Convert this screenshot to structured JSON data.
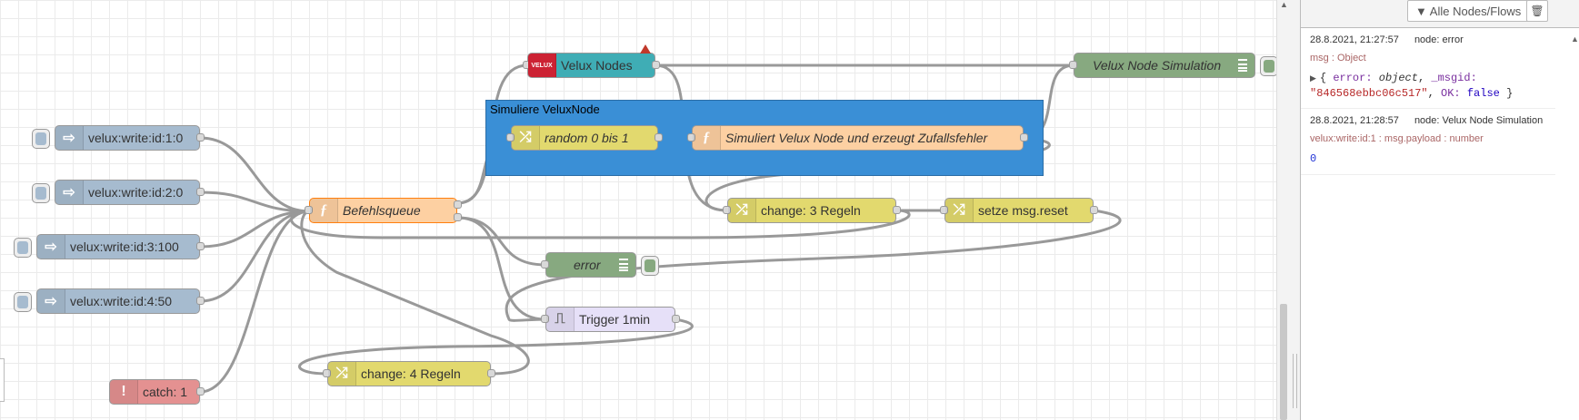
{
  "canvas": {
    "group": {
      "label": "Simuliere VeluxNode"
    },
    "nodes": [
      {
        "id": "inj1",
        "type": "inject",
        "label": "velux:write:id:1:0"
      },
      {
        "id": "inj2",
        "type": "inject",
        "label": "velux:write:id:2:0"
      },
      {
        "id": "inj3",
        "type": "inject",
        "label": "velux:write:id:3:100"
      },
      {
        "id": "inj4",
        "type": "inject",
        "label": "velux:write:id:4:50"
      },
      {
        "id": "catch",
        "type": "catch",
        "label": "catch: 1",
        "icon": "!"
      },
      {
        "id": "befehl",
        "type": "function",
        "label": "Befehlsqueue"
      },
      {
        "id": "veluxnodes",
        "type": "velux",
        "label": "Velux Nodes",
        "badge": "VELUX"
      },
      {
        "id": "random",
        "type": "change",
        "label": "random 0 bis 1"
      },
      {
        "id": "simfunc",
        "type": "function",
        "label": "Simuliert Velux Node und erzeugt Zufallsfehler"
      },
      {
        "id": "veluxsim",
        "type": "debug",
        "label": "Velux Node Simulation"
      },
      {
        "id": "change3",
        "type": "change",
        "label": "change: 3 Regeln"
      },
      {
        "id": "reset",
        "type": "change",
        "label": "setze msg.reset"
      },
      {
        "id": "error",
        "type": "debug",
        "label": "error"
      },
      {
        "id": "trigger",
        "type": "trigger",
        "label": "Trigger 1min"
      },
      {
        "id": "change4",
        "type": "change",
        "label": "change: 4 Regeln"
      }
    ]
  },
  "sidebar": {
    "filter_label": "Alle Nodes/Flows",
    "clear_icon": "trash-icon",
    "messages": [
      {
        "timestamp": "28.8.2021, 21:27:57",
        "node": "node: error",
        "topic": "msg : Object",
        "body": {
          "open": "{",
          "k1": "error:",
          "v1": "object",
          "k2": "_msgid:",
          "v2": "\"846568ebbc06c517\"",
          "k3": "OK:",
          "v3": "false",
          "close": "}"
        }
      },
      {
        "timestamp": "28.8.2021, 21:28:57",
        "node": "node: Velux Node Simulation",
        "topic": "velux:write:id:1 : msg.payload : number",
        "value": "0"
      }
    ]
  },
  "colors": {
    "inject": "#a6bbcf",
    "function": "#fdd0a2",
    "change": "#e2d96e",
    "debug": "#87a980",
    "catch": "#e49191",
    "trigger": "#e6e0f8",
    "velux": "#3fadb5",
    "group": "#3a8fd6"
  }
}
